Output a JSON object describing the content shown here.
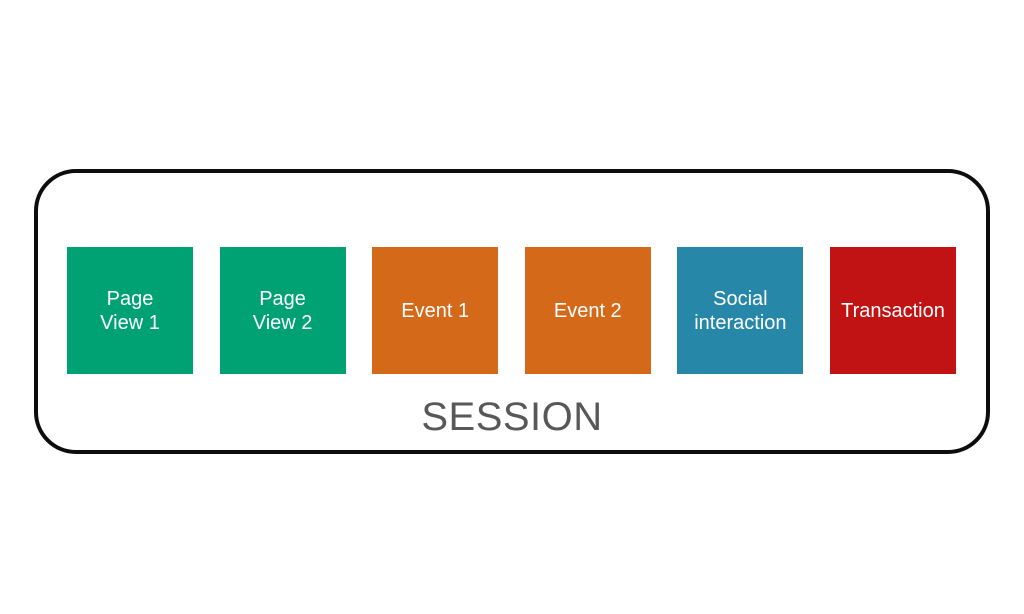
{
  "canvas": {
    "background_color": "#ffffff"
  },
  "session": {
    "label": "SESSION",
    "label_color": "#58585a",
    "border_color": "#0d0d0d",
    "fill_color": "#ffffff"
  },
  "box_text_color": "#ffffff",
  "boxes": [
    {
      "id": "page-view-1",
      "label": "Page\nView 1",
      "color": "#00a173"
    },
    {
      "id": "page-view-2",
      "label": "Page\nView 2",
      "color": "#00a173"
    },
    {
      "id": "event-1",
      "label": "Event 1",
      "color": "#d4691a"
    },
    {
      "id": "event-2",
      "label": "Event 2",
      "color": "#d4691a"
    },
    {
      "id": "social-interaction",
      "label": "Social\ninteraction",
      "color": "#2787a9"
    },
    {
      "id": "transaction",
      "label": "Transaction",
      "color": "#c11313"
    }
  ]
}
